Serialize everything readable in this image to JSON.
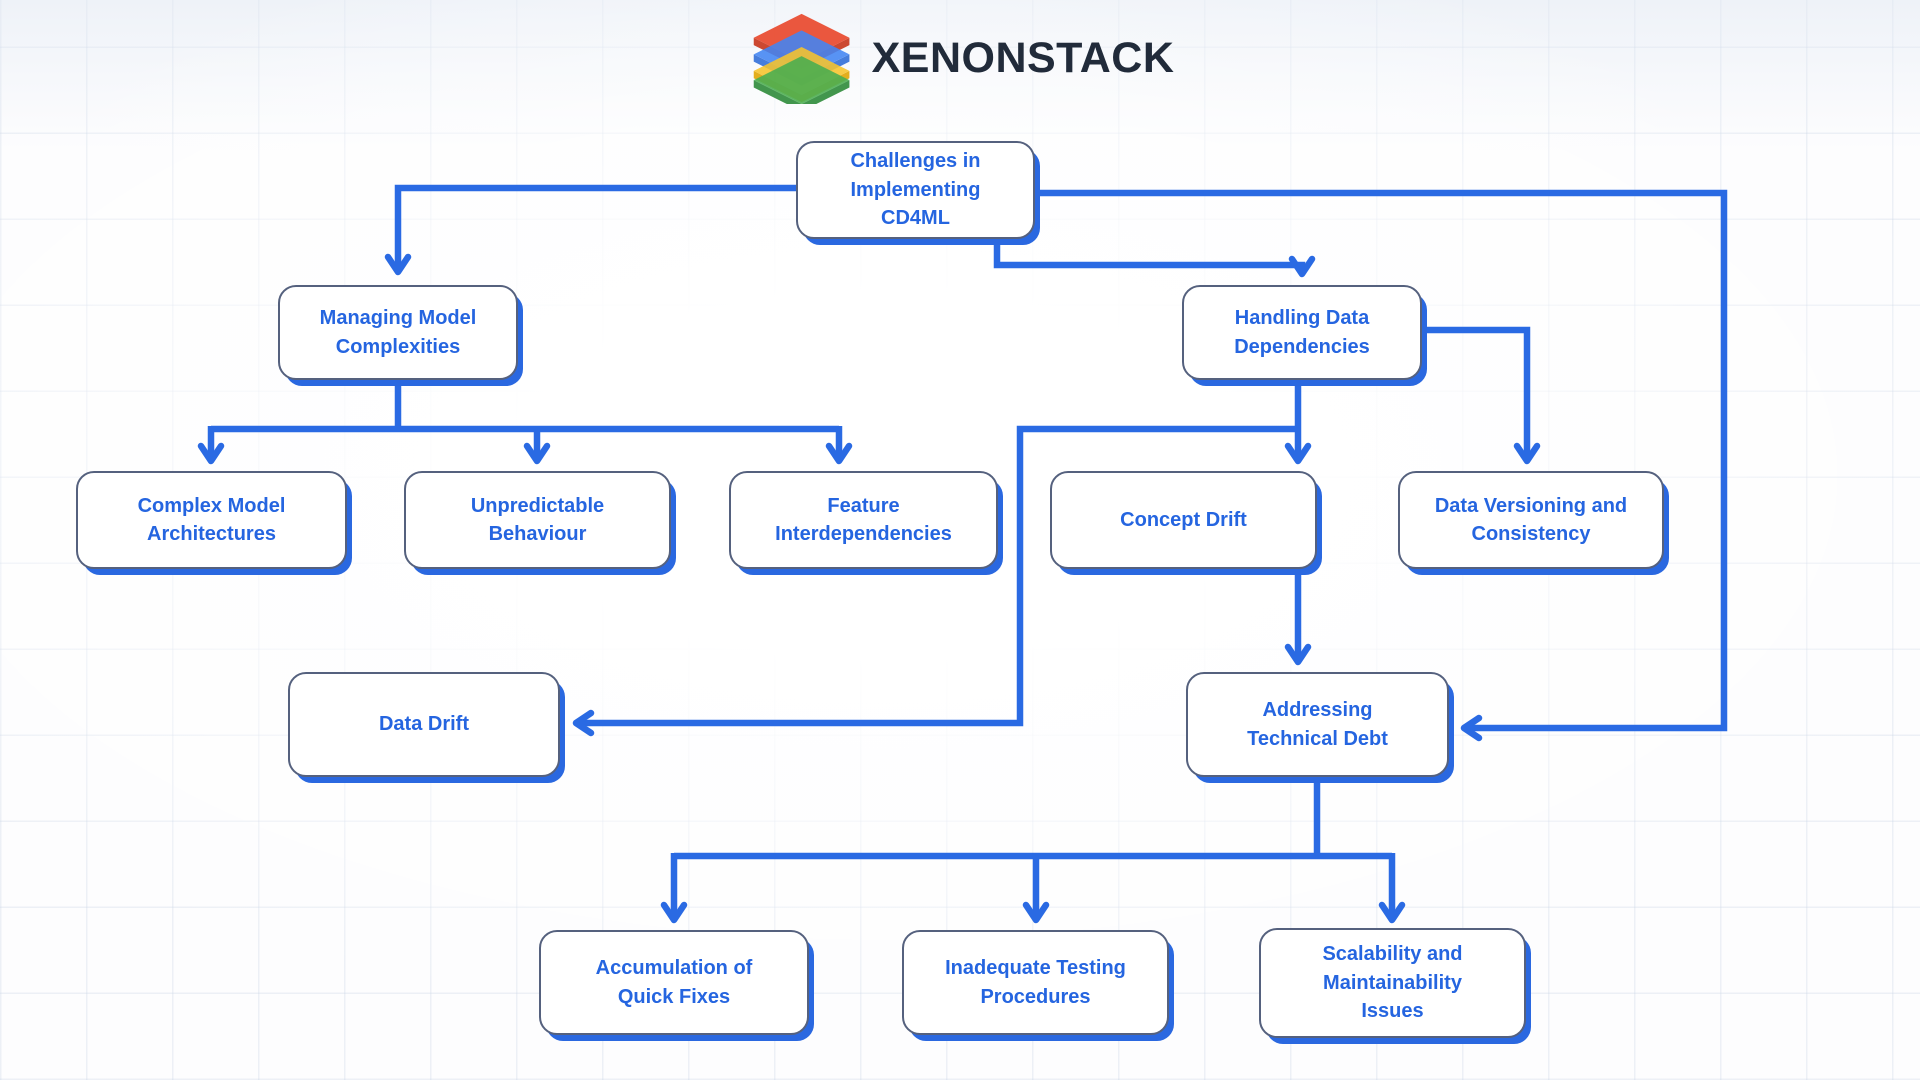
{
  "brand": {
    "name": "XENONSTACK"
  },
  "colors": {
    "connector_blue": "#2a6ae3",
    "node_text_blue": "#2565e0",
    "node_shadow_blue": "#2a68e0",
    "node_border_gray": "#55617e",
    "brand_text_dark": "#212b3a",
    "logo_red": "#ea4a2e",
    "logo_blue": "#4285f4",
    "logo_yellow": "#f7c42c",
    "logo_green": "#4caf50"
  },
  "diagram": {
    "nodes": {
      "root": {
        "label": "Challenges in\nImplementing\nCD4ML"
      },
      "managing_model_complexities": {
        "label": "Managing Model\nComplexities"
      },
      "handling_data_dependencies": {
        "label": "Handling Data\nDependencies"
      },
      "complex_model_architectures": {
        "label": "Complex Model\nArchitectures"
      },
      "unpredictable_behaviour": {
        "label": "Unpredictable\nBehaviour"
      },
      "feature_interdependencies": {
        "label": "Feature\nInterdependencies"
      },
      "concept_drift": {
        "label": "Concept Drift"
      },
      "data_versioning_consistency": {
        "label": "Data Versioning and\nConsistency"
      },
      "data_drift": {
        "label": "Data Drift"
      },
      "addressing_technical_debt": {
        "label": "Addressing\nTechnical Debt"
      },
      "accumulation_quick_fixes": {
        "label": "Accumulation of\nQuick Fixes"
      },
      "inadequate_testing_procedures": {
        "label": "Inadequate Testing\nProcedures"
      },
      "scalability_maintainability_issues": {
        "label": "Scalability and\nMaintainability\nIssues"
      }
    },
    "edges": [
      {
        "from": "root",
        "to": "managing_model_complexities"
      },
      {
        "from": "root",
        "to": "handling_data_dependencies"
      },
      {
        "from": "root",
        "to": "addressing_technical_debt"
      },
      {
        "from": "managing_model_complexities",
        "to": "complex_model_architectures"
      },
      {
        "from": "managing_model_complexities",
        "to": "unpredictable_behaviour"
      },
      {
        "from": "managing_model_complexities",
        "to": "feature_interdependencies"
      },
      {
        "from": "handling_data_dependencies",
        "to": "concept_drift"
      },
      {
        "from": "handling_data_dependencies",
        "to": "data_versioning_consistency"
      },
      {
        "from": "handling_data_dependencies",
        "to": "data_drift"
      },
      {
        "from": "concept_drift",
        "to": "addressing_technical_debt"
      },
      {
        "from": "addressing_technical_debt",
        "to": "accumulation_quick_fixes"
      },
      {
        "from": "addressing_technical_debt",
        "to": "inadequate_testing_procedures"
      },
      {
        "from": "addressing_technical_debt",
        "to": "scalability_maintainability_issues"
      }
    ]
  }
}
